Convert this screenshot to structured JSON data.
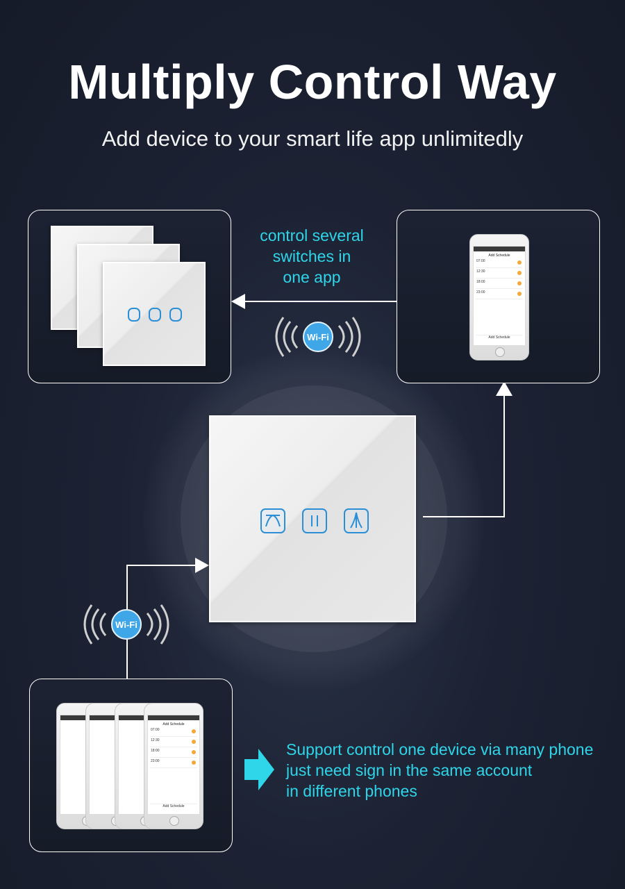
{
  "header": {
    "title": "Multiply Control Way",
    "subtitle": "Add device to your smart life app unlimitedly"
  },
  "notes": {
    "top": [
      "control several",
      "switches in",
      "one app"
    ],
    "bottom": [
      "Support control one device via many phone",
      "just need sign in the same account",
      "in different phones"
    ]
  },
  "wifi": {
    "label": "Wi-Fi"
  },
  "phone_screen": {
    "title": "Add Schedule",
    "times": [
      "07:00",
      "12:30",
      "18:00",
      "23:00"
    ],
    "button": "Add Schedule"
  },
  "colors": {
    "accent_cyan": "#2fd5e8",
    "wifi_blue": "#3fa6e8",
    "touch_blue": "#2c8fd6"
  }
}
